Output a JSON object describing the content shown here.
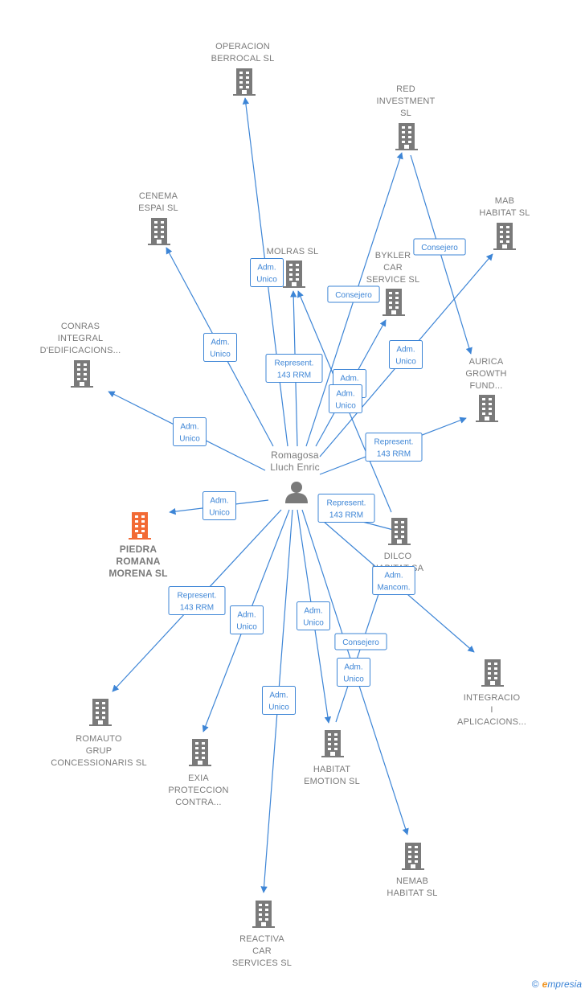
{
  "colors": {
    "edge": "#3d85d6",
    "building": "#7a7a7a",
    "highlight": "#f26a35",
    "label": "#7a7a7a"
  },
  "center": {
    "name": "Romagosa Lluch Enric",
    "lines": [
      "Romagosa",
      "Lluch Enric"
    ],
    "icon": "person-icon"
  },
  "nodes": [
    {
      "id": "operacion",
      "lines": [
        "OPERACION",
        "BERROCAL  SL"
      ],
      "icon": "building-icon"
    },
    {
      "id": "red",
      "lines": [
        "RED",
        "INVESTMENT",
        "SL"
      ],
      "icon": "building-icon"
    },
    {
      "id": "cenema",
      "lines": [
        "CENEMA",
        "ESPAI  SL"
      ],
      "icon": "building-icon"
    },
    {
      "id": "mab",
      "lines": [
        "MAB",
        "HABITAT  SL"
      ],
      "icon": "building-icon"
    },
    {
      "id": "molras",
      "lines": [
        "MOLRAS SL"
      ],
      "icon": "building-icon"
    },
    {
      "id": "bykler",
      "lines": [
        "BYKLER",
        "CAR",
        "SERVICE SL"
      ],
      "icon": "building-icon"
    },
    {
      "id": "conras",
      "lines": [
        "CONRAS",
        "INTEGRAL",
        "D'EDIFICACIONS..."
      ],
      "icon": "building-icon"
    },
    {
      "id": "aurica",
      "lines": [
        "AURICA",
        "GROWTH",
        "FUND..."
      ],
      "icon": "building-icon"
    },
    {
      "id": "piedra",
      "lines": [
        "PIEDRA",
        "ROMANA",
        "MORENA  SL"
      ],
      "icon": "building-icon",
      "main": true
    },
    {
      "id": "dilco",
      "lines": [
        "DILCO",
        "HABITAT SA"
      ],
      "icon": "building-icon"
    },
    {
      "id": "integracio",
      "lines": [
        "INTEGRACIO",
        "I",
        "APLICACIONS..."
      ],
      "icon": "building-icon"
    },
    {
      "id": "romauto",
      "lines": [
        "ROMAUTO",
        "GRUP",
        "CONCESSIONARIS SL"
      ],
      "icon": "building-icon"
    },
    {
      "id": "exia",
      "lines": [
        "EXIA",
        "PROTECCION",
        "CONTRA..."
      ],
      "icon": "building-icon"
    },
    {
      "id": "habitat",
      "lines": [
        "HABITAT",
        "EMOTION  SL"
      ],
      "icon": "building-icon"
    },
    {
      "id": "nemab",
      "lines": [
        "NEMAB",
        "HABITAT  SL"
      ],
      "icon": "building-icon"
    },
    {
      "id": "reactiva",
      "lines": [
        "REACTIVA",
        "CAR",
        "SERVICES SL"
      ],
      "icon": "building-icon"
    }
  ],
  "edges": [
    {
      "from": "center",
      "to": "operacion",
      "label": [
        "Adm.",
        "Unico"
      ]
    },
    {
      "from": "center",
      "to": "red",
      "label": [
        "Consejero"
      ]
    },
    {
      "from": "red",
      "to": "aurica",
      "label": [
        "Consejero"
      ]
    },
    {
      "from": "center",
      "to": "cenema",
      "label": [
        "Adm.",
        "Unico"
      ]
    },
    {
      "from": "center",
      "to": "mab",
      "label": [
        "Adm.",
        "Unico"
      ]
    },
    {
      "from": "center",
      "to": "molras",
      "label": [
        "Represent.",
        "143 RRM"
      ]
    },
    {
      "from": "dilco",
      "to": "molras",
      "label": [
        "Adm.",
        "Unico"
      ]
    },
    {
      "from": "center",
      "to": "bykler",
      "label": [
        "Adm.",
        "Unico"
      ]
    },
    {
      "from": "center",
      "to": "conras",
      "label": [
        "Adm.",
        "Unico"
      ]
    },
    {
      "from": "center",
      "to": "aurica",
      "label": [
        "Represent.",
        "143 RRM"
      ]
    },
    {
      "from": "center",
      "to": "piedra",
      "label": [
        "Adm.",
        "Unico"
      ]
    },
    {
      "from": "center",
      "to": "dilco",
      "label": [
        "Represent.",
        "143 RRM"
      ]
    },
    {
      "from": "center",
      "to": "integracio",
      "label": [
        "Adm.",
        "Mancom."
      ]
    },
    {
      "from": "center",
      "to": "romauto",
      "label": [
        "Represent.",
        "143 RRM"
      ]
    },
    {
      "from": "center",
      "to": "exia",
      "label": [
        "Adm.",
        "Unico"
      ]
    },
    {
      "from": "center",
      "to": "habitat",
      "label": [
        "Adm.",
        "Unico"
      ]
    },
    {
      "from": "habitat",
      "to": "dilco",
      "label": [
        "Consejero"
      ]
    },
    {
      "from": "center",
      "to": "nemab",
      "label": [
        "Adm.",
        "Unico"
      ]
    },
    {
      "from": "center",
      "to": "reactiva",
      "label": [
        "Adm.",
        "Unico"
      ]
    }
  ],
  "footer": {
    "copyright": "©",
    "brand_initial": "e",
    "brand_rest": "mpresia"
  }
}
